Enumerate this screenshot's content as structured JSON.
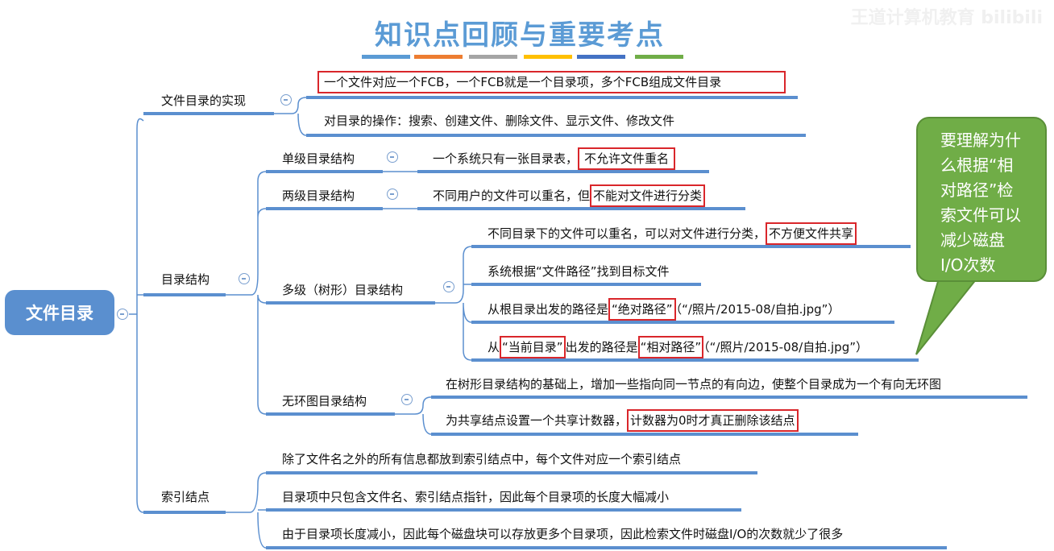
{
  "title": "知识点回顾与重要考点",
  "watermark": "王道计算机教育 bilibili",
  "colors": {
    "bars": [
      "#5b9bd5",
      "#ed7d31",
      "#a5a5a5",
      "#ffc000",
      "#4472c4",
      "#70ad47"
    ],
    "line": "#5b8fcf",
    "root": "#5a8fcf",
    "highlight": "#d9262b",
    "callout": "#70ad47"
  },
  "root": "文件目录",
  "impl": {
    "label": "文件目录的实现",
    "items": [
      "一个文件对应一个FCB，一个FCB就是一个目录项，多个FCB组成文件目录",
      "对目录的操作：搜索、创建文件、删除文件、显示文件、修改文件"
    ]
  },
  "struct": {
    "label": "目录结构",
    "single": {
      "label": "单级目录结构",
      "pre": "一个系统只有一张目录表，",
      "hl": "不允许文件重名"
    },
    "two": {
      "label": "两级目录结构",
      "pre": "不同用户的文件可以重名，但",
      "hl": "不能对文件进行分类"
    },
    "multi": {
      "label": "多级（树形）目录结构",
      "i1pre": "不同目录下的文件可以重名，可以对文件进行分类，",
      "i1hl": "不方便文件共享",
      "i2": "系统根据“文件路径”找到目标文件",
      "i3pre": "从根目录出发的路径是",
      "i3hl": "“绝对路径”",
      "i3post": "（“/照片/2015-08/自拍.jpg”）",
      "i4a": "从",
      "i4hl1": "“当前目录”",
      "i4b": "出发的路径是",
      "i4hl2": "“相对路径”",
      "i4post": "（“/照片/2015-08/自拍.jpg”）"
    },
    "acyclic": {
      "label": "无环图目录结构",
      "i1": "在树形目录结构的基础上，增加一些指向同一节点的有向边，使整个目录成为一个有向无环图",
      "i2pre": "为共享结点设置一个共享计数器，",
      "i2hl": "计数器为0时才真正删除该结点"
    }
  },
  "inode": {
    "label": "索引结点",
    "items": [
      "除了文件名之外的所有信息都放到索引结点中，每个文件对应一个索引结点",
      "目录项中只包含文件名、索引结点指针，因此每个目录项的长度大幅减小",
      "由于目录项长度减小，因此每个磁盘块可以存放更多个目录项，因此检索文件时磁盘I/O的次数就少了很多"
    ]
  },
  "callout": [
    "要理解为什",
    "么根据“相",
    "对路径”检",
    "索文件可以",
    "减少磁盘",
    "I/O次数"
  ]
}
